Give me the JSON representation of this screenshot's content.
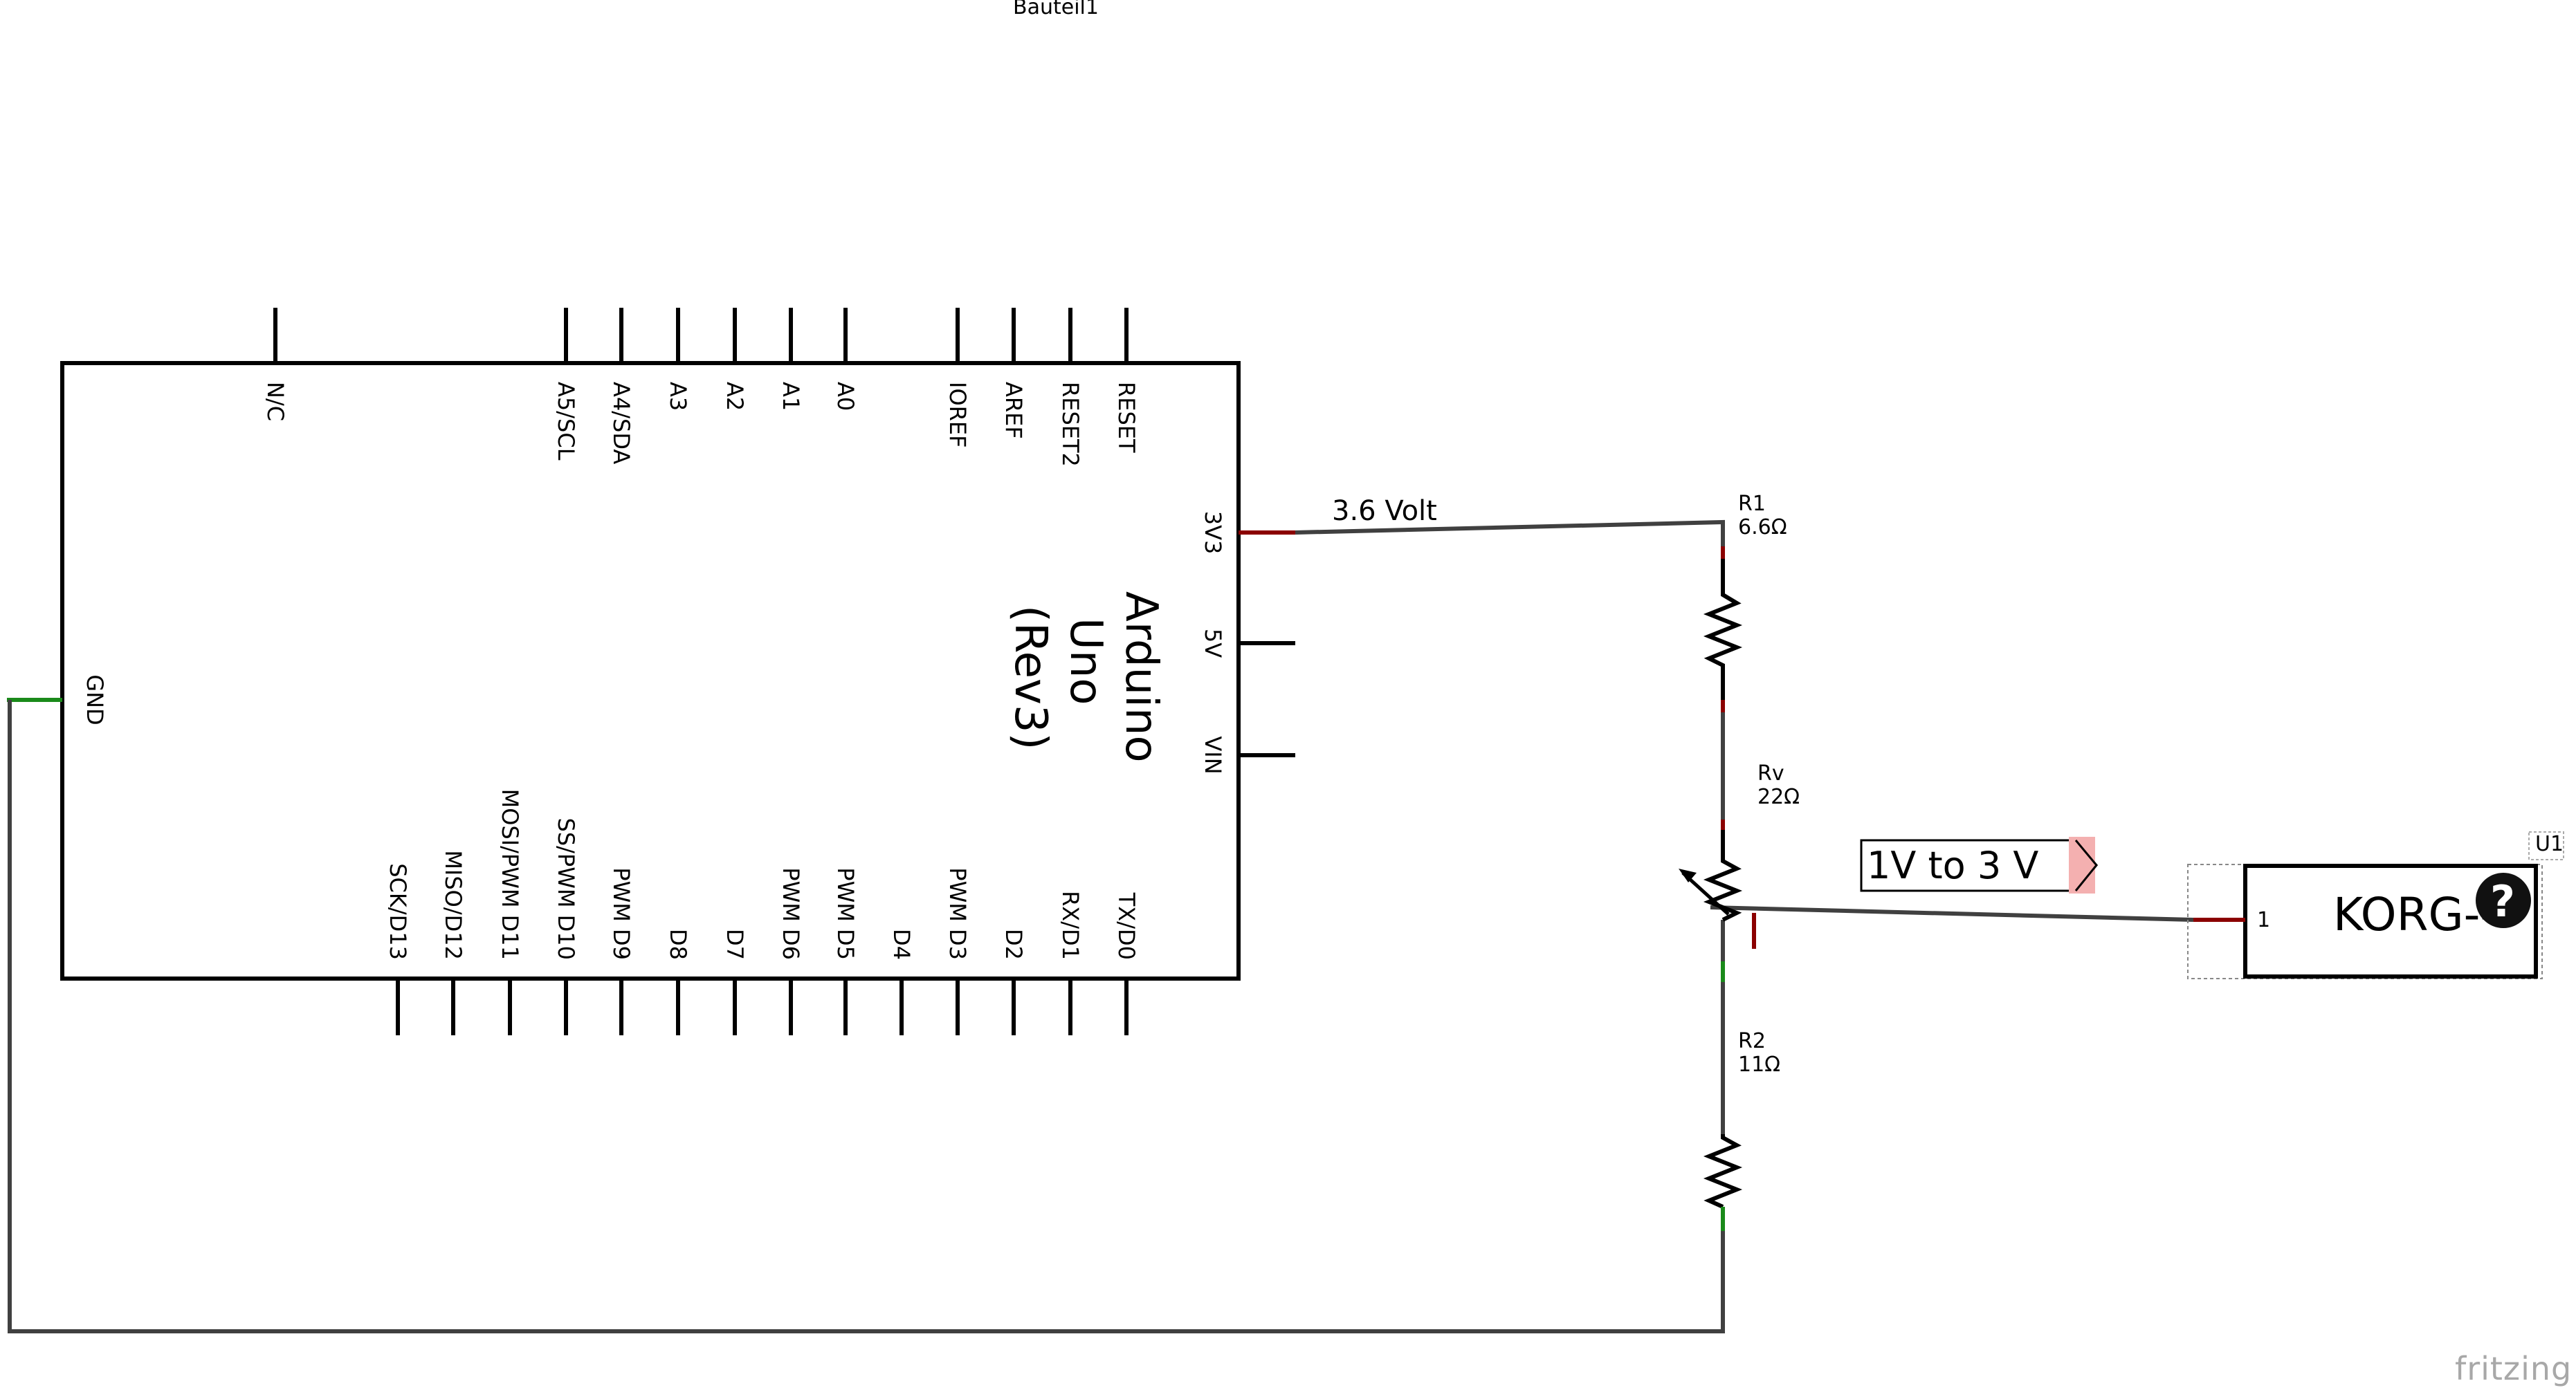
{
  "title": "Bauteil1",
  "board": {
    "name_lines": [
      "Arduino",
      "Uno",
      "(Rev3)"
    ],
    "top_pins": [
      "N/C",
      "A5/SCL",
      "A4/SDA",
      "A3",
      "A2",
      "A1",
      "A0",
      "IOREF",
      "AREF",
      "RESET2",
      "RESET"
    ],
    "bottom_pins": [
      "SCK/D13",
      "MISO/D12",
      "MOSI/PWM D11",
      "SS/PWM D10",
      "PWM D9",
      "D8",
      "D7",
      "PWM D6",
      "PWM D5",
      "D4",
      "PWM D3",
      "D2",
      "RX/D1",
      "TX/D0"
    ],
    "right_pins": [
      "3V3",
      "5V",
      "VIN"
    ],
    "left_pins": [
      "GND"
    ]
  },
  "components": {
    "r1": {
      "ref": "R1",
      "value": "6.6Ω"
    },
    "rv": {
      "ref": "Rv",
      "value": "22Ω"
    },
    "r2": {
      "ref": "R2",
      "value": "11Ω"
    },
    "u1": {
      "ref": "U1",
      "label": "KORG--",
      "pin": "1",
      "icon": "question-mark-icon"
    }
  },
  "net_labels": {
    "supply": "3.6 Volt",
    "output": "1V to 3 V"
  },
  "brand": "fritzing",
  "colors": {
    "wire": "#404040",
    "pin_connected": "#8b0000",
    "pin_ground": "#1a8a1a",
    "net_label_fill": "#f4b0b0"
  }
}
